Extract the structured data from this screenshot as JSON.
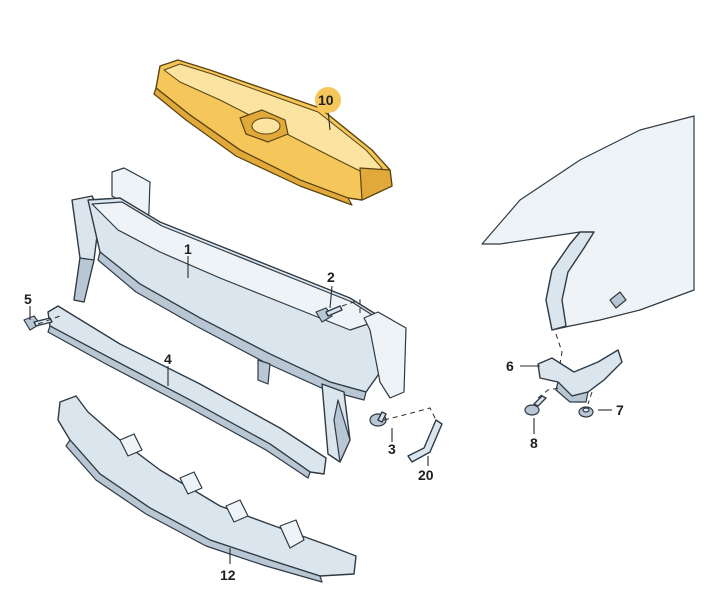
{
  "diagram": {
    "callouts": {
      "c1": "1",
      "c2": "2",
      "c3": "3",
      "c4": "4",
      "c5": "5",
      "c6": "6",
      "c7": "7",
      "c8": "8",
      "c10": "10",
      "c12": "12",
      "c20": "20"
    },
    "highlight_color": "#f5c75a",
    "part_color": "#dbe5ee"
  }
}
